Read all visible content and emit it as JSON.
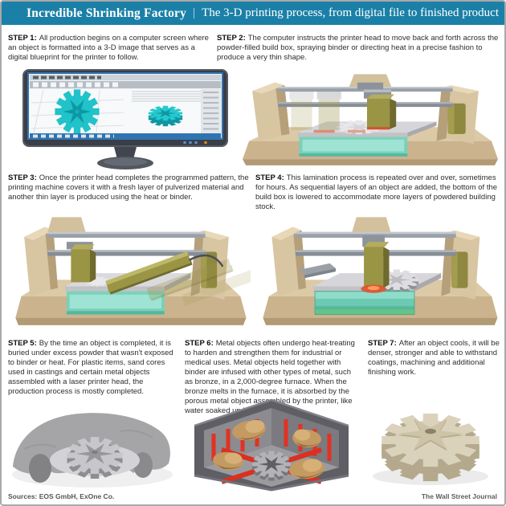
{
  "header": {
    "title": "Incredible Shrinking Factory",
    "separator": "|",
    "subtitle": "The 3-D printing process, from digital file to finished product",
    "bg_color": "#1b80a7"
  },
  "steps": [
    {
      "label": "STEP 1:",
      "text": "All production begins on a computer screen where an object is formatted into a 3-D image that serves as a digital blueprint for the printer to follow."
    },
    {
      "label": "STEP 2:",
      "text": "The computer instructs the printer head to move back and forth across the powder-filled build box, spraying binder or directing heat in a precise fashion to produce a very thin shape."
    },
    {
      "label": "STEP 3:",
      "text": "Once the printer head completes the programmed pattern, the printing machine covers it with a fresh layer of pulverized material and another thin layer is produced using the heat or binder."
    },
    {
      "label": "STEP 4:",
      "text": "This lamination process is repeated over and over, sometimes for hours. As sequential layers of an object are added, the bottom of the build box is lowered to accommodate more layers of powdered building stock."
    },
    {
      "label": "STEP 5:",
      "text": "By the time an object is completed, it is buried under excess powder that wasn't exposed to binder or heat. For plastic items, sand cores used in castings and certain metal objects assembled with a laser printer head, the production process is mostly completed."
    },
    {
      "label": "STEP 6:",
      "text": "Metal objects often undergo heat-treating to harden and strengthen them for industrial or medical uses. Metal objects held together with binder are infused with other types of metal, such as bronze, in a 2,000-degree furnace. When the bronze melts in the furnace, it is absorbed by the porous metal object assembled by the printer, like water soaked up by a sponge."
    },
    {
      "label": "STEP 7:",
      "text": "After an object cools, it will be denser, stronger and able to withstand coatings, machining and additional finishing work."
    }
  ],
  "footer": {
    "sources": "Sources: EOS GmbH, ExOne Co.",
    "credit": "The Wall Street Journal"
  },
  "illustrations": {
    "step1": "computer-monitor-with-3d-cad-gear-model",
    "step2": "printer-head-sweeping-over-powder-filled-build-box",
    "step3": "roller-spreading-fresh-powder-layer",
    "step4": "build-box-lowered-with-layered-gear-object",
    "step5": "gear-object-buried-in-excess-powder",
    "step6": "furnace-with-gear-and-bronze-lumps",
    "step7": "finished-metal-gear"
  },
  "colors": {
    "header_bg": "#1b80a7",
    "cad_teal": "#1fc3c9",
    "machine_tan": "#d8c5a2",
    "printer_head_olive": "#9a9445",
    "build_box_teal": "#72d2bc",
    "furnace_red": "#e23222",
    "bronze": "#c49a62"
  }
}
